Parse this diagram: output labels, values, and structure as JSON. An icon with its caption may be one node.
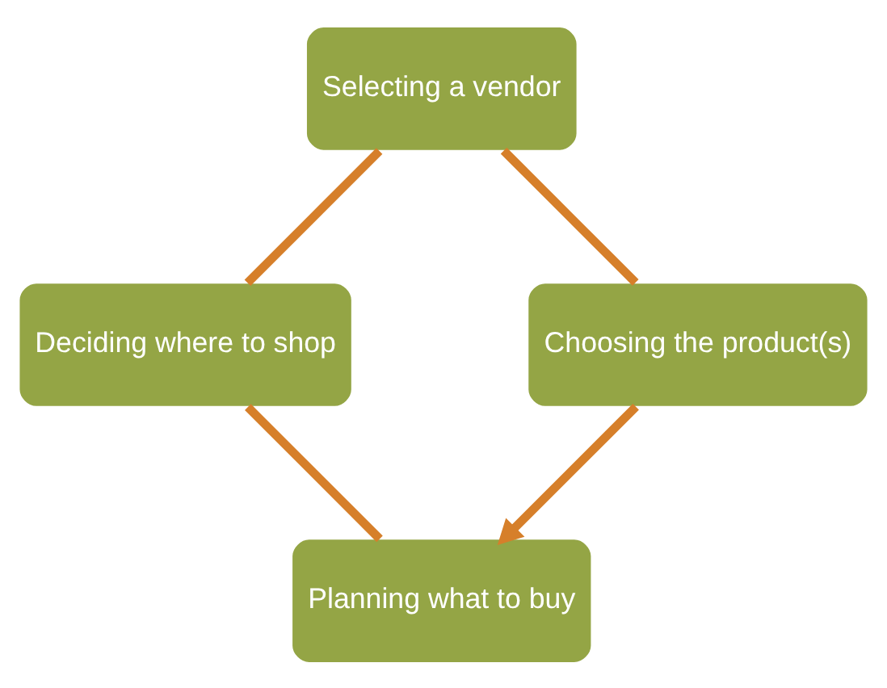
{
  "diagram": {
    "nodes": [
      {
        "text": [
          "Planning what to buy"
        ]
      },
      {
        "text": [
          "Deciding where to shop"
        ]
      },
      {
        "text": [
          "Selecting a vendor"
        ]
      },
      {
        "text": [
          "Choosing the product(s)"
        ]
      }
    ],
    "edges": [
      {
        "from": 0,
        "to": 1,
        "arrow": "none"
      },
      {
        "from": 1,
        "to": 2,
        "arrow": "none"
      },
      {
        "from": 2,
        "to": 3,
        "arrow": "none"
      },
      {
        "from": 3,
        "to": 0,
        "arrow": "to"
      }
    ]
  }
}
